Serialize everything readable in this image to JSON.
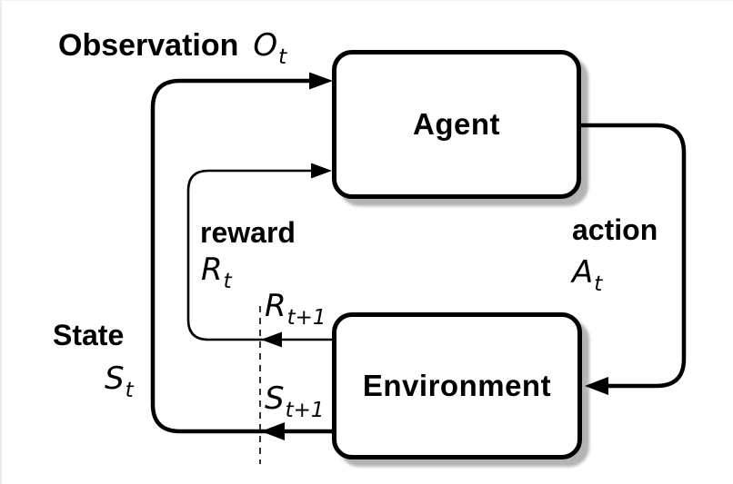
{
  "diagram": {
    "title": "agent-environment reinforcement learning loop",
    "colors": {
      "background": "#ffffff",
      "line": "#000000",
      "box_fill": "#ffffff",
      "box_border": "#000000",
      "box_shadow": "#b3b3b3"
    },
    "boxes": {
      "agent": {
        "label": "Agent"
      },
      "environment": {
        "label": "Environment"
      }
    },
    "labels": {
      "observation": {
        "word": "Observation",
        "symbol": "O",
        "sub": "t"
      },
      "reward": {
        "word": "reward",
        "symbol": "R",
        "sub": "t"
      },
      "reward_next": {
        "symbol": "R",
        "sub": "t+1"
      },
      "state": {
        "word": "State",
        "symbol": "S",
        "sub": "t"
      },
      "state_next": {
        "symbol": "S",
        "sub": "t+1"
      },
      "action": {
        "word": "action",
        "symbol": "A",
        "sub": "t"
      }
    },
    "edges": [
      {
        "name": "state-observation-loop",
        "from": "environment",
        "to": "agent",
        "style": "thick solid, arrow at time-boundary and arrow into agent"
      },
      {
        "name": "reward-loop",
        "from": "environment",
        "to": "agent",
        "style": "thin solid, arrow at time-boundary and arrow into agent"
      },
      {
        "name": "action-edge",
        "from": "agent",
        "to": "environment",
        "style": "thick solid, arrow into environment"
      },
      {
        "name": "time-boundary",
        "style": "vertical dashed line"
      }
    ]
  }
}
